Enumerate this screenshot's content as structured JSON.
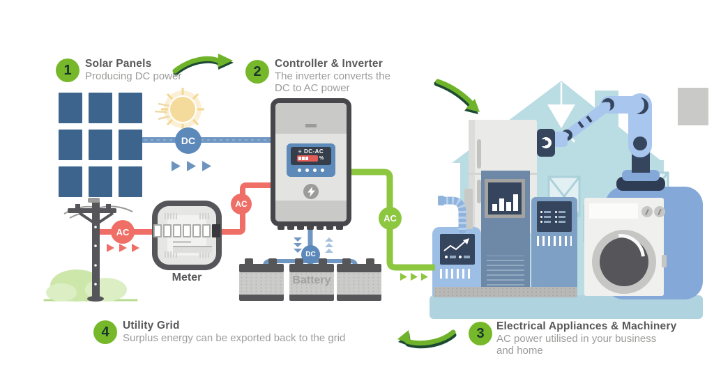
{
  "steps": [
    {
      "number": "1",
      "title": "Solar Panels",
      "description": "Producing DC power"
    },
    {
      "number": "2",
      "title": "Controller & Inverter",
      "description": "The inverter converts the\nDC to AC power"
    },
    {
      "number": "3",
      "title": "Electrical Appliances & Machinery",
      "description": "AC power utilised in your business\nand home"
    },
    {
      "number": "4",
      "title": "Utility Grid",
      "description": "Surplus energy can be exported back to the grid"
    }
  ],
  "badges": {
    "solar_to_inverter": "DC",
    "grid_to_meter": "AC",
    "meter_to_inverter": "AC",
    "inverter_to_battery": "DC",
    "inverter_to_appliances": "AC"
  },
  "labels": {
    "meter": "Meter",
    "battery": "Battery",
    "inverter_display": "DC-AC",
    "inverter_percent": "%"
  },
  "colors": {
    "accent_green": "#76b82a",
    "line_green": "#8dc63f",
    "line_blue": "#7096c2",
    "badge_blue": "#5d89ba",
    "line_red": "#ef6f67",
    "solar_panel": "#3c648c",
    "dark_gray": "#55555a",
    "heading_text": "#58585a",
    "subtext": "#9b9b9a"
  }
}
